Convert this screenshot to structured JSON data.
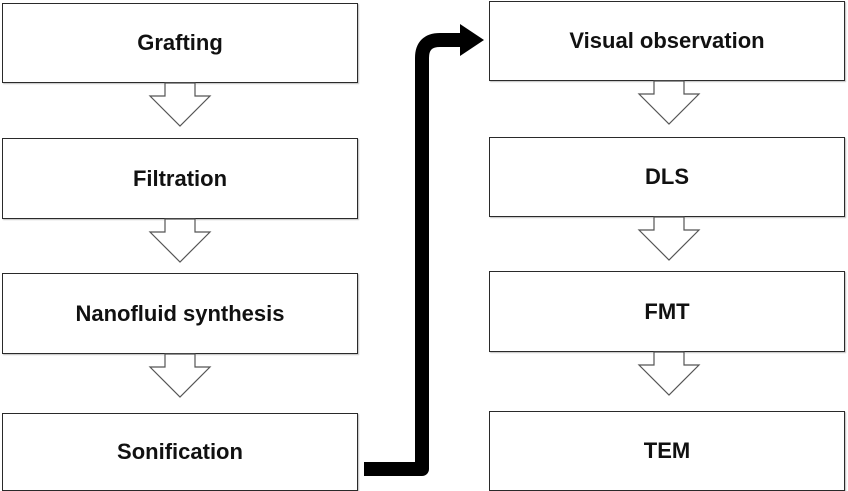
{
  "left_column": {
    "steps": [
      {
        "label": "Grafting"
      },
      {
        "label": "Filtration"
      },
      {
        "label": "Nanofluid synthesis"
      },
      {
        "label": "Sonification"
      }
    ]
  },
  "right_column": {
    "steps": [
      {
        "label": "Visual observation"
      },
      {
        "label": "DLS"
      },
      {
        "label": "FMT"
      },
      {
        "label": "TEM"
      }
    ]
  }
}
